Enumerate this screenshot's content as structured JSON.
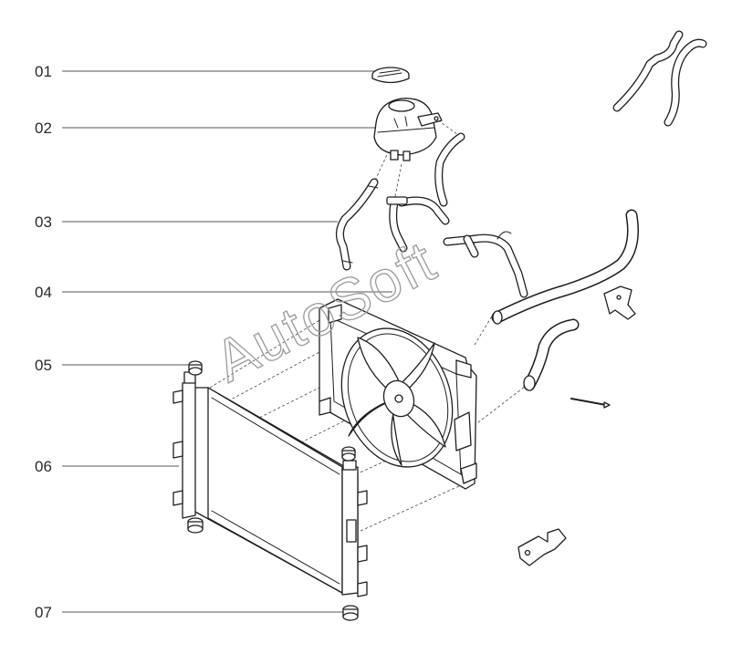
{
  "callouts": [
    {
      "label": "01"
    },
    {
      "label": "02"
    },
    {
      "label": "03"
    },
    {
      "label": "04"
    },
    {
      "label": "05"
    },
    {
      "label": "06"
    },
    {
      "label": "07"
    }
  ],
  "watermark": "AutoSoft"
}
